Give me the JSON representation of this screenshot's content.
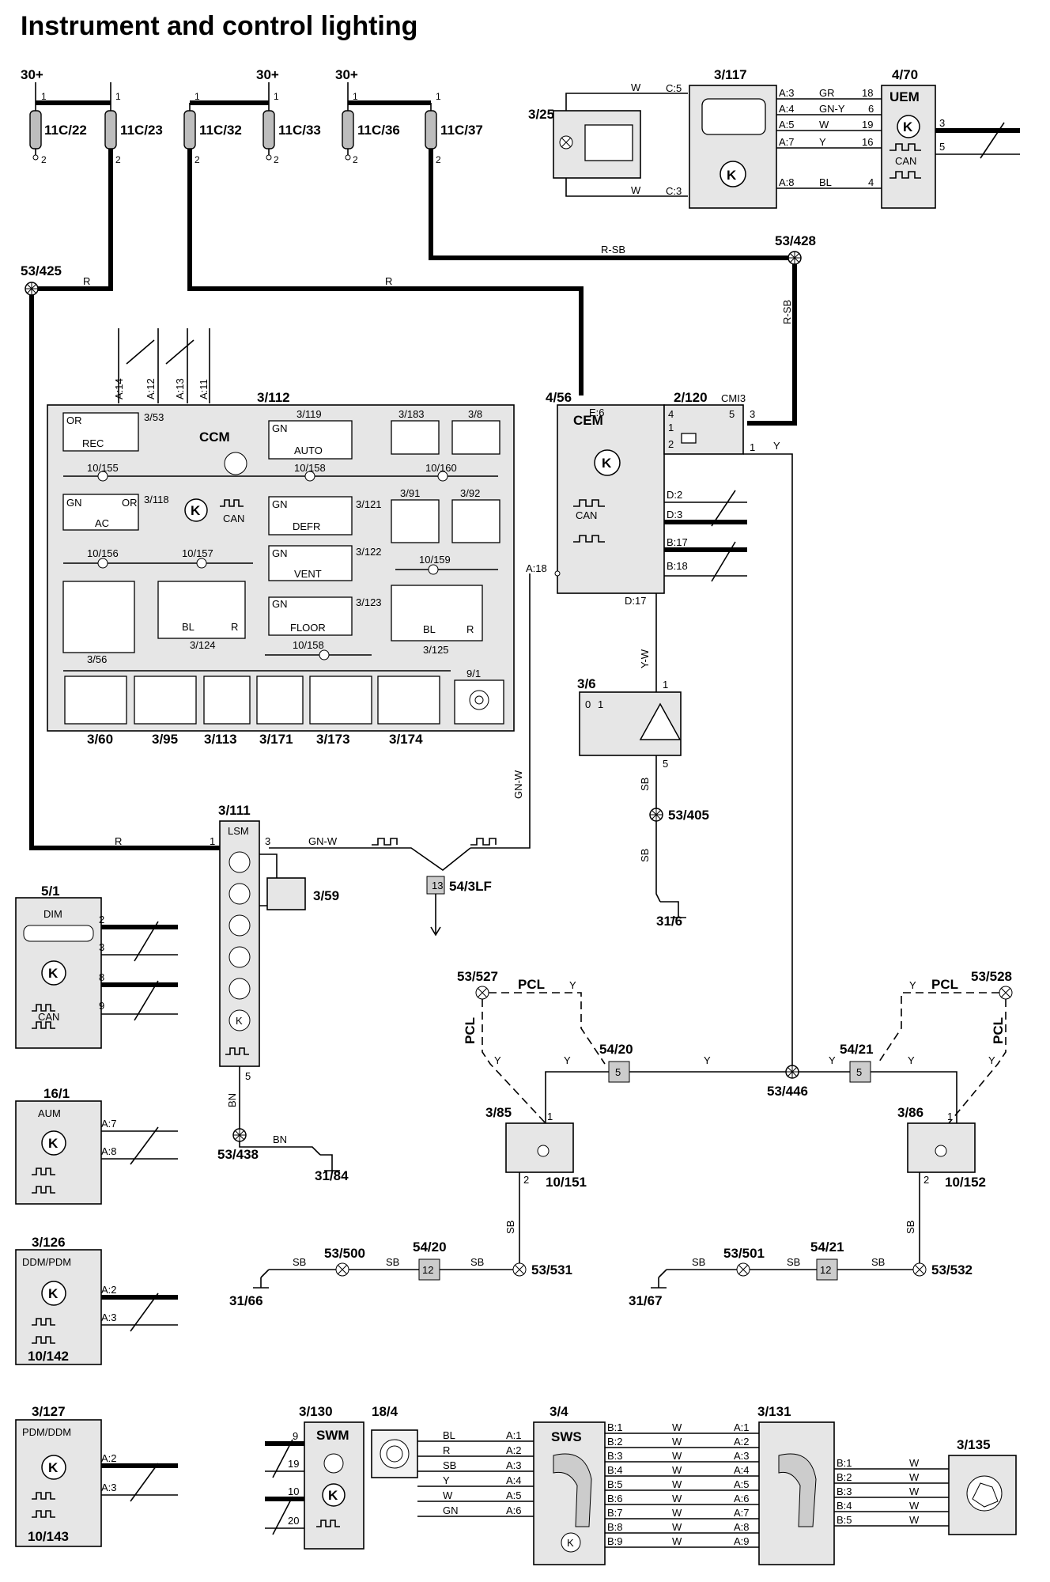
{
  "title": "Instrument and control lighting",
  "power": {
    "label": "30+"
  },
  "fuses": {
    "f1": "11C/22",
    "f2": "11C/23",
    "f3": "11C/32",
    "f4": "11C/33",
    "f5": "11C/36",
    "f6": "11C/37"
  },
  "pins": {
    "p1": "1",
    "p2": "2",
    "p3": "3",
    "p4": "4",
    "p5": "5",
    "p6": "6",
    "p8": "8",
    "p9": "9",
    "p10": "10",
    "p16": "16",
    "p18": "18",
    "p19": "19",
    "p20": "20"
  },
  "grounds": {
    "g425": "53/425",
    "g428": "53/428",
    "g405": "53/405",
    "g438": "53/438",
    "g527": "53/527",
    "g528": "53/528",
    "g446": "53/446",
    "g500": "53/500",
    "g501": "53/501",
    "g531": "53/531",
    "g532": "53/532",
    "e6": "31/6",
    "e84": "31/84",
    "e66": "31/66",
    "e67": "31/67"
  },
  "wires": {
    "R": "R",
    "RSB": "R-SB",
    "W": "W",
    "GR": "GR",
    "GNY": "GN-Y",
    "Y": "Y",
    "BL": "BL",
    "YW": "Y-W",
    "GNW": "GN-W",
    "SB": "SB",
    "BN": "BN",
    "PCL": "PCL",
    "GN": "GN",
    "OR": "OR"
  },
  "components": {
    "c3_25": "3/25",
    "c3_117": "3/117",
    "c4_70": "4/70",
    "uem": "UEM",
    "can": "CAN",
    "c3_112": "3/112",
    "ccm": "CCM",
    "c4_56": "4/56",
    "cem": "CEM",
    "c2_120": "2/120",
    "cmi3": "CMI3",
    "c3_53": "3/53",
    "rec": "REC",
    "c3_119": "3/119",
    "auto": "AUTO",
    "c3_183": "3/183",
    "c3_8": "3/8",
    "c10_155": "10/155",
    "c10_158": "10/158",
    "c10_160": "10/160",
    "c3_118": "3/118",
    "ac": "AC",
    "c3_121": "3/121",
    "defr": "DEFR",
    "c3_91": "3/91",
    "c3_92": "3/92",
    "c10_156": "10/156",
    "c10_157": "10/157",
    "c3_122": "3/122",
    "vent": "VENT",
    "c10_159": "10/159",
    "c3_123": "3/123",
    "floor": "FLOOR",
    "c10_158b": "10/158",
    "c3_56": "3/56",
    "c3_124": "3/124",
    "c3_125": "3/125",
    "c9_1": "9/1",
    "c3_60": "3/60",
    "c3_95": "3/95",
    "c3_113": "3/113",
    "c3_171": "3/171",
    "c3_173": "3/173",
    "c3_174": "3/174",
    "c3_6": "3/6",
    "c3_111": "3/111",
    "lsm": "LSM",
    "c3_59": "3/59",
    "c54_3lf": "54/3LF",
    "c5_1": "5/1",
    "dim": "DIM",
    "c16_1": "16/1",
    "aum": "AUM",
    "c3_126": "3/126",
    "ddmpdm": "DDM/PDM",
    "c10_142": "10/142",
    "c3_127": "3/127",
    "pdmddm": "PDM/DDM",
    "c10_143": "10/143",
    "c54_20": "54/20",
    "c54_21": "54/21",
    "c3_85": "3/85",
    "c3_86": "3/86",
    "c10_151": "10/151",
    "c10_152": "10/152",
    "c3_130": "3/130",
    "swm": "SWM",
    "c18_4": "18/4",
    "c3_4": "3/4",
    "sws": "SWS",
    "c3_131": "3/131",
    "c3_135": "3/135"
  },
  "connectors": {
    "a14": "A:14",
    "a12": "A:12",
    "a13": "A:13",
    "a11": "A:11",
    "e6": "E:6",
    "a18": "A:18",
    "d2": "D:2",
    "d3": "D:3",
    "b17": "B:17",
    "b18": "B:18",
    "d17": "D:17",
    "c5": "C:5",
    "c3": "C:3",
    "a3": "A:3",
    "a4": "A:4",
    "a5": "A:5",
    "a7": "A:7",
    "a8": "A:8",
    "a2": "A:2"
  },
  "swm_rows": [
    {
      "wire": "BL",
      "pin": "A:1"
    },
    {
      "wire": "R",
      "pin": "A:2"
    },
    {
      "wire": "SB",
      "pin": "A:3"
    },
    {
      "wire": "Y",
      "pin": "A:4"
    },
    {
      "wire": "W",
      "pin": "A:5"
    },
    {
      "wire": "GN",
      "pin": "A:6"
    }
  ],
  "sws_rows": [
    {
      "from": "B:1",
      "to": "A:1"
    },
    {
      "from": "B:2",
      "to": "A:2"
    },
    {
      "from": "B:3",
      "to": "A:3"
    },
    {
      "from": "B:4",
      "to": "A:4"
    },
    {
      "from": "B:5",
      "to": "A:5"
    },
    {
      "from": "B:6",
      "to": "A:6"
    },
    {
      "from": "B:7",
      "to": "A:7"
    },
    {
      "from": "B:8",
      "to": "A:8"
    },
    {
      "from": "B:9",
      "to": "A:9"
    }
  ],
  "c131_rows": [
    "B:1",
    "B:2",
    "B:3",
    "B:4",
    "B:5"
  ],
  "splice": {
    "s5": "5",
    "s12": "12",
    "s13": "13"
  },
  "switch_marks": {
    "off": "0",
    "on": "1"
  }
}
